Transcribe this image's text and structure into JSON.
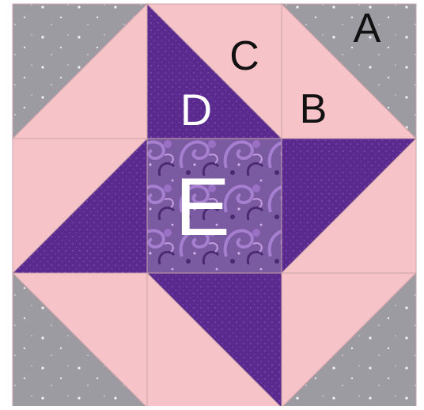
{
  "labels": {
    "a": "A",
    "b": "B",
    "c": "C",
    "d": "D",
    "e": "E"
  },
  "colors": {
    "background": "#ffffff",
    "gray": "#9c9ba2",
    "pink": "#f6c3c8",
    "purple": "#5a2a8e",
    "center_fabric": "#7a5aa0",
    "seam": "#c9a3a8",
    "label_dark": "#111111",
    "label_light": "#ffffff"
  }
}
